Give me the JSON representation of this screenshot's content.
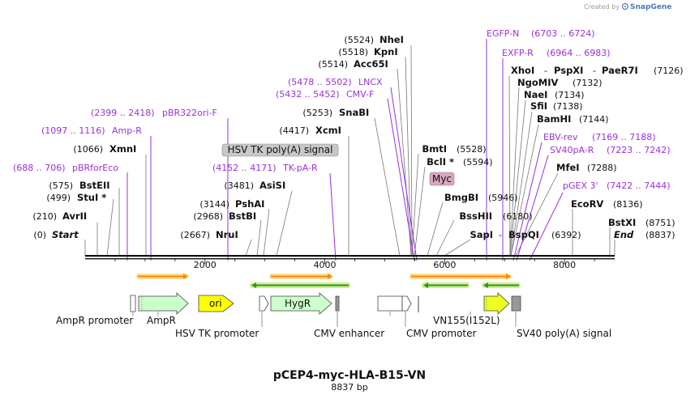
{
  "header": {
    "created_by": "Created by",
    "brand": "SnapGene"
  },
  "plasmid": {
    "name": "pCEP4-myc-HLA-B15-VN",
    "length_label": "8837 bp"
  },
  "map": {
    "bp_length": 8837,
    "ticks": [
      {
        "bp": 2000,
        "label": "2000"
      },
      {
        "bp": 4000,
        "label": "4000"
      },
      {
        "bp": 6000,
        "label": "6000"
      },
      {
        "bp": 8000,
        "label": "8000"
      }
    ]
  },
  "enzymes": [
    {
      "name": "Start",
      "pos": "(0)",
      "bp": 0,
      "italic": true
    },
    {
      "name": "AvrII",
      "pos": "(210)",
      "bp": 210
    },
    {
      "name": "StuI *",
      "pos": "(499)",
      "bp": 499
    },
    {
      "name": "BstEII",
      "pos": "(575)",
      "bp": 575
    },
    {
      "name": "XmnI",
      "pos": "(1066)",
      "bp": 1066
    },
    {
      "name": "NruI",
      "pos": "(2667)",
      "bp": 2667
    },
    {
      "name": "BstBI",
      "pos": "(2968)",
      "bp": 2968
    },
    {
      "name": "PshAI",
      "pos": "(3144)",
      "bp": 3144
    },
    {
      "name": "AsiSI",
      "pos": "(3481)",
      "bp": 3481
    },
    {
      "name": "XcmI",
      "pos": "(4417)",
      "bp": 4417
    },
    {
      "name": "SnaBI",
      "pos": "(5253)",
      "bp": 5253
    },
    {
      "name": "Acc65I",
      "pos": "(5514)",
      "bp": 5514
    },
    {
      "name": "KpnI",
      "pos": "(5518)",
      "bp": 5518
    },
    {
      "name": "NheI",
      "pos": "(5524)",
      "bp": 5524
    },
    {
      "name": "BmtI",
      "pos": "(5528)",
      "bp": 5528
    },
    {
      "name": "BclI *",
      "pos": "(5594)",
      "bp": 5594
    },
    {
      "name": "BmgBI",
      "pos": "(5946)",
      "bp": 5946
    },
    {
      "name": "BssHII",
      "pos": "(6180)",
      "bp": 6180
    },
    {
      "name": "SapI",
      "pos": "",
      "bp": 6392
    },
    {
      "name": "BspQI",
      "pos": "(6392)",
      "bp": 6392
    },
    {
      "name": "XhoI",
      "pos": "",
      "bp": 7126
    },
    {
      "name": "PspXI",
      "pos": "",
      "bp": 7126
    },
    {
      "name": "PaeR7I",
      "pos": "(7126)",
      "bp": 7126
    },
    {
      "name": "NgoMIV",
      "pos": "(7132)",
      "bp": 7132
    },
    {
      "name": "NaeI",
      "pos": "(7134)",
      "bp": 7134
    },
    {
      "name": "SfiI",
      "pos": "(7138)",
      "bp": 7138
    },
    {
      "name": "BamHI",
      "pos": "(7144)",
      "bp": 7144
    },
    {
      "name": "MfeI",
      "pos": "(7288)",
      "bp": 7288
    },
    {
      "name": "EcoRV",
      "pos": "(8136)",
      "bp": 8136
    },
    {
      "name": "BstXI",
      "pos": "(8751)",
      "bp": 8751
    },
    {
      "name": "End",
      "pos": "(8837)",
      "bp": 8837,
      "italic": true
    }
  ],
  "primers": [
    {
      "range": "(688 .. 706)",
      "name": "pBRforEco"
    },
    {
      "range": "(1097 .. 1116)",
      "name": "Amp-R"
    },
    {
      "range": "(2399 .. 2418)",
      "name": "pBR322ori-F"
    },
    {
      "range": "(4152 .. 4171)",
      "name": "TK-pA-R"
    },
    {
      "range": "(5432 .. 5452)",
      "name": "CMV-F"
    },
    {
      "range": "(5478 .. 5502)",
      "name": "LNCX"
    },
    {
      "range": "",
      "name": "EGFP-N"
    },
    {
      "range": "(6703 .. 6724)",
      "name": ""
    },
    {
      "range": "(6964 .. 6983)",
      "name": "EXFP-R"
    },
    {
      "range": "(7169 .. 7188)",
      "name": "EBV-rev"
    },
    {
      "range": "(7223 .. 7242)",
      "name": "SV40pA-R"
    },
    {
      "range": "(7422 .. 7444)",
      "name": "pGEX 3'"
    }
  ],
  "boxed_features": [
    {
      "label": "HSV TK poly(A) signal",
      "color": "#c8c8c8"
    },
    {
      "label": "Myc",
      "color": "#d8a7c0"
    }
  ],
  "features": [
    {
      "label": "AmpR promoter"
    },
    {
      "label": "AmpR",
      "color": "#ccffcc"
    },
    {
      "label": "ori",
      "color": "#ffff00"
    },
    {
      "label": "HSV TK promoter"
    },
    {
      "label": "HygR",
      "color": "#ccffcc"
    },
    {
      "label": "CMV enhancer"
    },
    {
      "label": "CMV promoter"
    },
    {
      "label": "VN155(I152L)",
      "color": "#eeff22"
    },
    {
      "label": "SV40 poly(A) signal"
    }
  ],
  "colors": {
    "primer": "#9b30d9",
    "orf_arrow": "#ff8800",
    "orf_arrow_bg": "#ffdd99",
    "rev_arrow": "#339900",
    "rev_arrow_bg": "#ccee99"
  }
}
